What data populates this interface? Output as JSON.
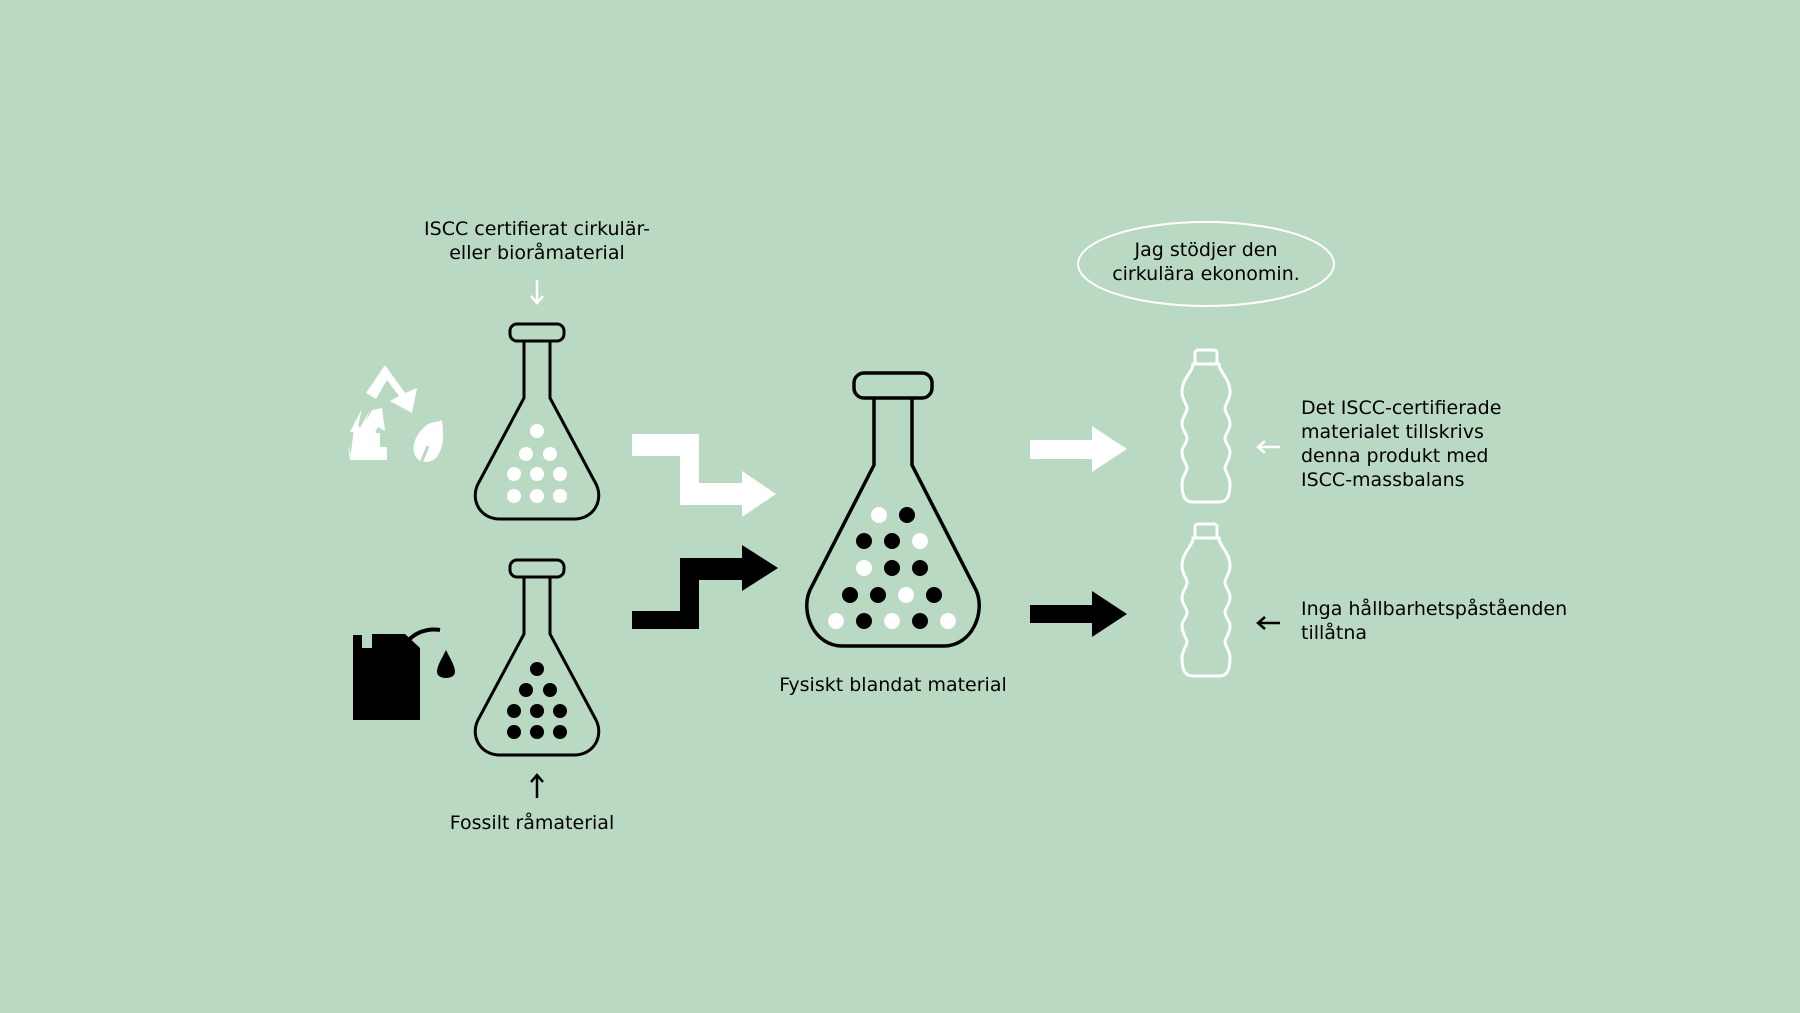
{
  "colors": {
    "background": "#b9d9c2",
    "renewable": "#ffffff",
    "fossil": "#000000"
  },
  "labels": {
    "certified_input": "ISCC certifierat cirkulär-\neller bioråmaterial",
    "fossil_input": "Fossilt råmaterial",
    "mixed_material": "Fysiskt blandat material",
    "speech_bubble": "Jag stödjer den\ncirkulära ekonomin.",
    "certified_product": "Det ISCC-certifierade\nmaterialet tillskrivs\ndenna produkt med\nISCC-massbalans",
    "fossil_product": "Inga hållbarhetspåståenden\ntillåtna"
  },
  "icons": {
    "recycle": "recycle-leaf-icon",
    "fuel_can": "fuel-can-icon",
    "flask": "flask-icon",
    "bottle": "bottle-icon",
    "arrow": "arrow-icon"
  }
}
